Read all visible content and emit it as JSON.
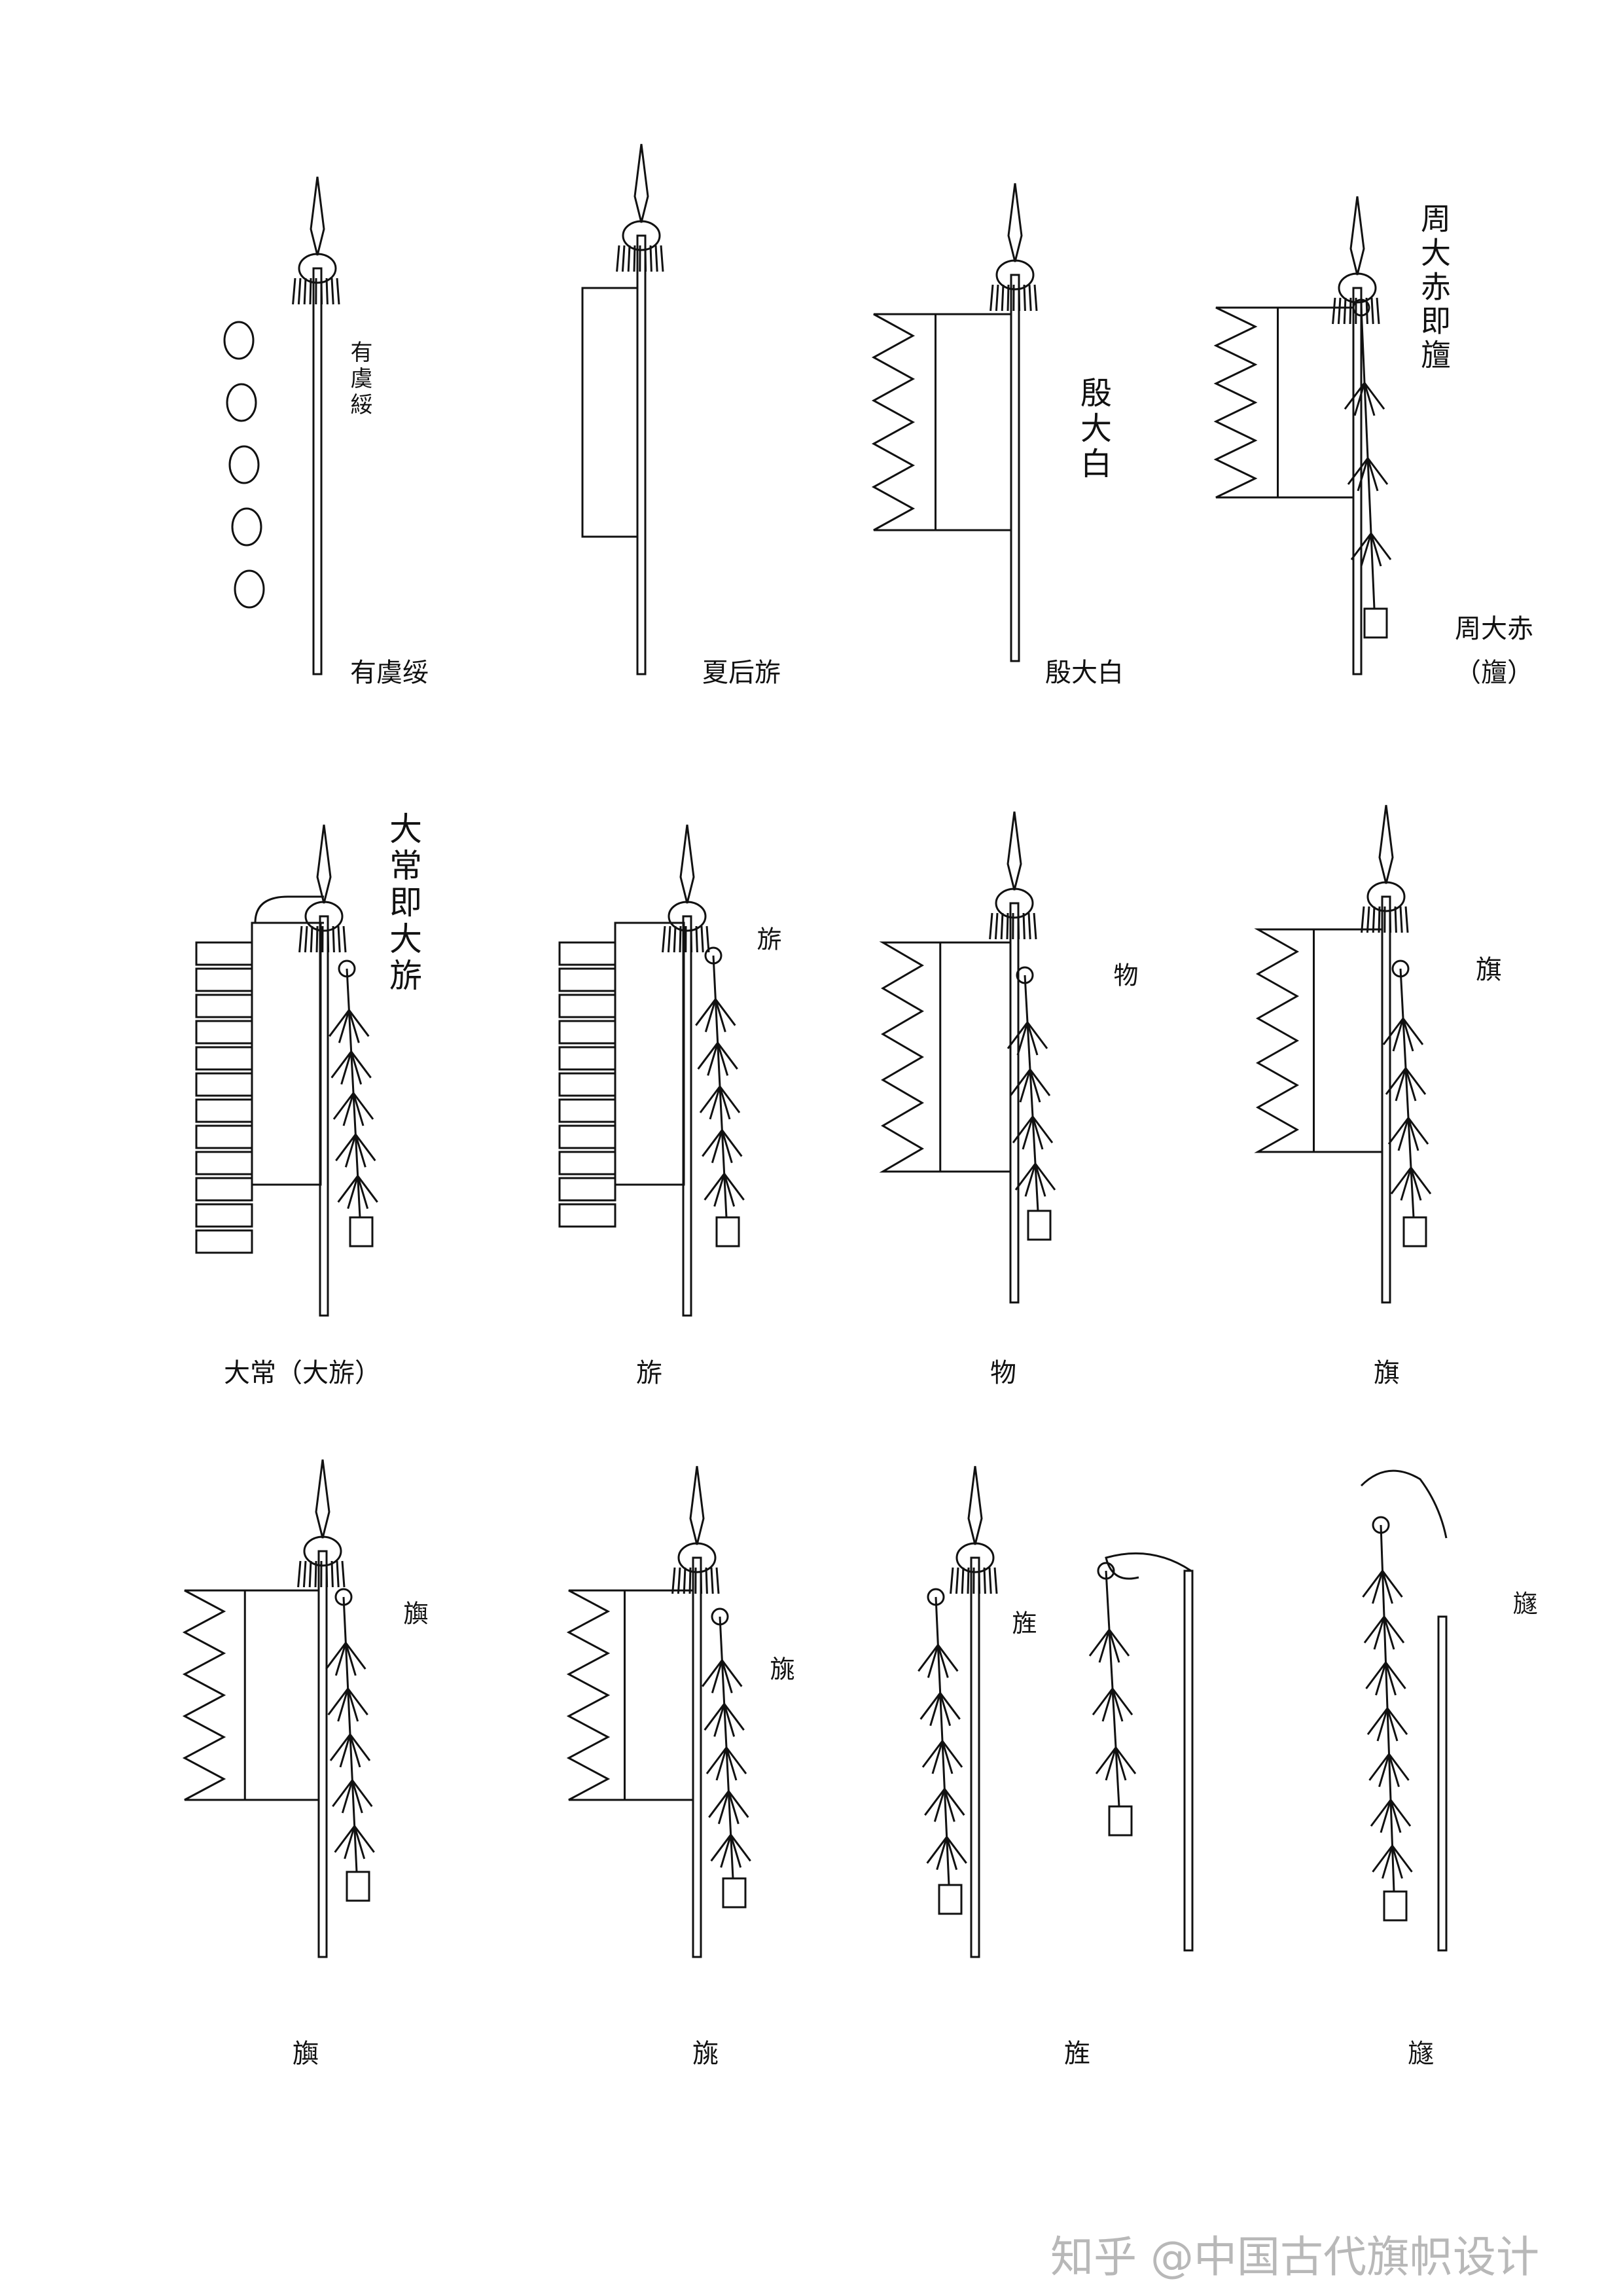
{
  "captions": [
    "有虞绥",
    "夏后旂",
    "殷大白",
    "周大赤",
    "（旜）",
    "大常（大旂）",
    "旂",
    "物",
    "旗",
    "旟",
    "旐",
    "旌",
    "旞"
  ],
  "labels": [
    "有虞綏",
    "殷大白",
    "周大赤即旜",
    "大常即大旂",
    "旂",
    "物",
    "旗",
    "旟",
    "旐",
    "旌",
    "旞"
  ],
  "watermark": "知乎 @中国古代旗帜设计",
  "colors": {
    "ink": "#111111",
    "background": "#ffffff",
    "watermark": "#b8b8b8"
  }
}
